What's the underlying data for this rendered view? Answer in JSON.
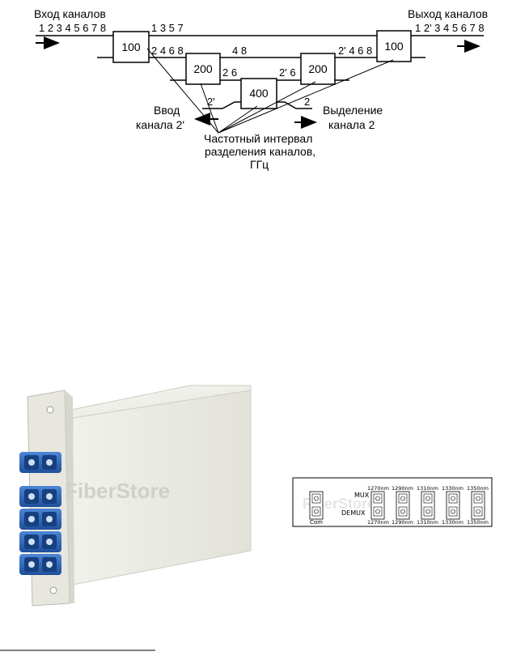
{
  "diagram": {
    "input_title": "Вход каналов",
    "input_channels": "1 2 3 4 5 6 7 8",
    "output_title": "Выход каналов",
    "output_channels": "1 2' 3 4 5 6 7 8",
    "filters": {
      "left_100": "100",
      "left_200": "200",
      "center_400": "400",
      "right_200": "200",
      "right_100": "100"
    },
    "line_labels": {
      "odd": "1 3 5 7",
      "even": "2 4 6 8",
      "l48": "4 8",
      "l26": "2 6",
      "l2p6": "2' 6",
      "l2p468": "2' 4 6 8",
      "add_ch": "2'",
      "drop_ch": "2"
    },
    "add_label_line1": "Ввод",
    "add_label_line2": "канала 2'",
    "drop_label_line1": "Выделение",
    "drop_label_line2": "канала 2",
    "spacing_line1": "Частотный интервал",
    "spacing_line2": "разделения каналов,",
    "spacing_line3": "ГГц"
  },
  "device": {
    "watermark": "FiberStore",
    "colors": {
      "case": "#e4e4dc",
      "adapter": "#2d63b5"
    }
  },
  "panel": {
    "mux_label": "MUX",
    "demux_label": "DEMUX",
    "com_label": "Com",
    "watermark": "FiberStore",
    "wavelengths_top": [
      "1270nm",
      "1290nm",
      "1310nm",
      "1330nm",
      "1350nm"
    ],
    "wavelengths_bottom": [
      "1270nm",
      "1290nm",
      "1310nm",
      "1330nm",
      "1350nm"
    ]
  }
}
